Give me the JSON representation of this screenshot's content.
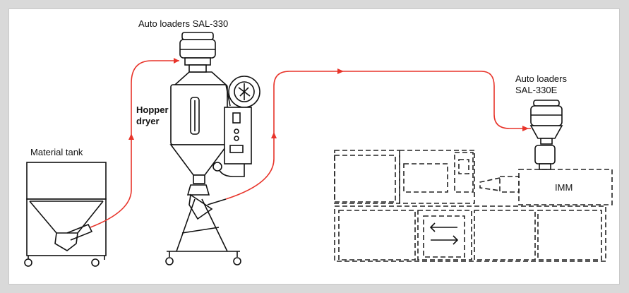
{
  "labels": {
    "loader1": "Auto loaders SAL-330",
    "dryer_line1": "Hopper",
    "dryer_line2": "dryer",
    "tank": "Material tank",
    "loader2_line1": "Auto loaders",
    "loader2_line2": "SAL-330E",
    "imm": "IMM"
  },
  "colors": {
    "background": "#d9d9d9",
    "panel": "#ffffff",
    "conveying_line": "#e8342a",
    "equipment": "#111111"
  }
}
